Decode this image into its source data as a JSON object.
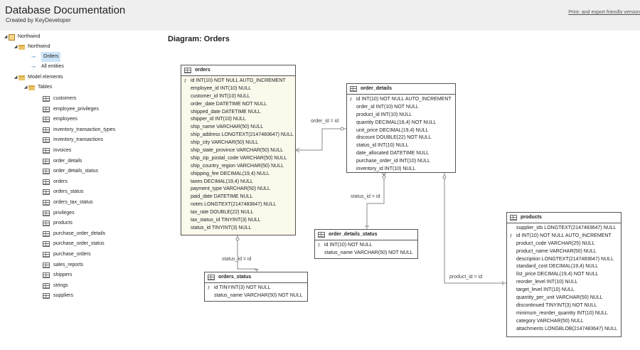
{
  "header": {
    "title": "Database Documentation",
    "subtitle": "Created by KeyDeveloper",
    "print_link": "Print- and export friendly version"
  },
  "sidebar": {
    "root": "Northwind",
    "diagrams_folder": "Northwind",
    "diagram_orders": "Orders",
    "diagram_all": "All entities",
    "model_elements": "Model elements",
    "tables_folder": "Tables",
    "tables": [
      "customers",
      "employee_privileges",
      "employees",
      "inventory_transaction_types",
      "inventory_transactions",
      "invoices",
      "order_details",
      "order_details_status",
      "orders",
      "orders_status",
      "orders_tax_status",
      "privileges",
      "products",
      "purchase_order_details",
      "purchase_order_status",
      "purchase_orders",
      "sales_reports",
      "shippers",
      "strings",
      "suppliers"
    ]
  },
  "diagram": {
    "title": "Diagram: Orders",
    "relations": {
      "orders_order_details": "order_id = id",
      "details_status": "status_id = id",
      "orders_status": "status_id = id",
      "products": "product_id = id"
    },
    "entities": {
      "orders": {
        "name": "orders",
        "fields": [
          "id INT(10)  NOT NULL  AUTO_INCREMENT",
          "employee_id INT(10)  NULL",
          "customer_id INT(10)  NULL",
          "order_date DATETIME NOT NULL",
          "shipped_date DATETIME NULL",
          "shipper_id INT(10)  NULL",
          "ship_name VARCHAR(50)  NULL",
          "ship_address LONGTEXT(2147483647)  NULL",
          "ship_city VARCHAR(50)  NULL",
          "ship_state_province VARCHAR(50)  NULL",
          "ship_zip_postal_code VARCHAR(50)  NULL",
          "ship_country_region VARCHAR(50)  NULL",
          "shipping_fee DECIMAL(19,4)  NULL",
          "taxes DECIMAL(19,4)  NULL",
          "payment_type VARCHAR(50)  NULL",
          "paid_date DATETIME NULL",
          "notes LONGTEXT(2147483647)  NULL",
          "tax_rate DOUBLE(22)  NULL",
          "tax_status_id TINYINT(3)  NULL",
          "status_id TINYINT(3)  NULL"
        ]
      },
      "order_details": {
        "name": "order_details",
        "fields": [
          "id INT(10)  NOT NULL  AUTO_INCREMENT",
          "order_id INT(10)  NOT NULL",
          "product_id INT(10)  NULL",
          "quantity DECIMAL(18,4)  NOT NULL",
          "unit_price DECIMAL(19,4)  NULL",
          "discount DOUBLE(22)  NOT NULL",
          "status_id INT(10)  NULL",
          "date_allocated DATETIME NULL",
          "purchase_order_id INT(10)  NULL",
          "inventory_id INT(10)  NULL"
        ]
      },
      "order_details_status": {
        "name": "order_details_status",
        "fields": [
          "id INT(10)  NOT NULL",
          "status_name VARCHAR(50)  NOT NULL"
        ]
      },
      "orders_status": {
        "name": "orders_status",
        "fields": [
          "id TINYINT(3)  NOT NULL",
          "status_name VARCHAR(50)  NOT NULL"
        ]
      },
      "products": {
        "name": "products",
        "fields": [
          "supplier_ids LONGTEXT(2147483647)  NULL",
          "id INT(10)  NOT NULL  AUTO_INCREMENT",
          "product_code VARCHAR(25)  NULL",
          "product_name VARCHAR(50)  NULL",
          "description LONGTEXT(2147483647)  NULL",
          "standard_cost DECIMAL(19,4)  NULL",
          "list_price DECIMAL(19,4)  NOT NULL",
          "reorder_level INT(10)  NULL",
          "target_level INT(10)  NULL",
          "quantity_per_unit VARCHAR(50)  NULL",
          "discontinued TINYINT(3)  NOT NULL",
          "minimum_reorder_quantity INT(10)  NULL",
          "category VARCHAR(50)  NULL",
          "attachments LONGBLOB(2147483647)  NULL"
        ]
      }
    }
  }
}
